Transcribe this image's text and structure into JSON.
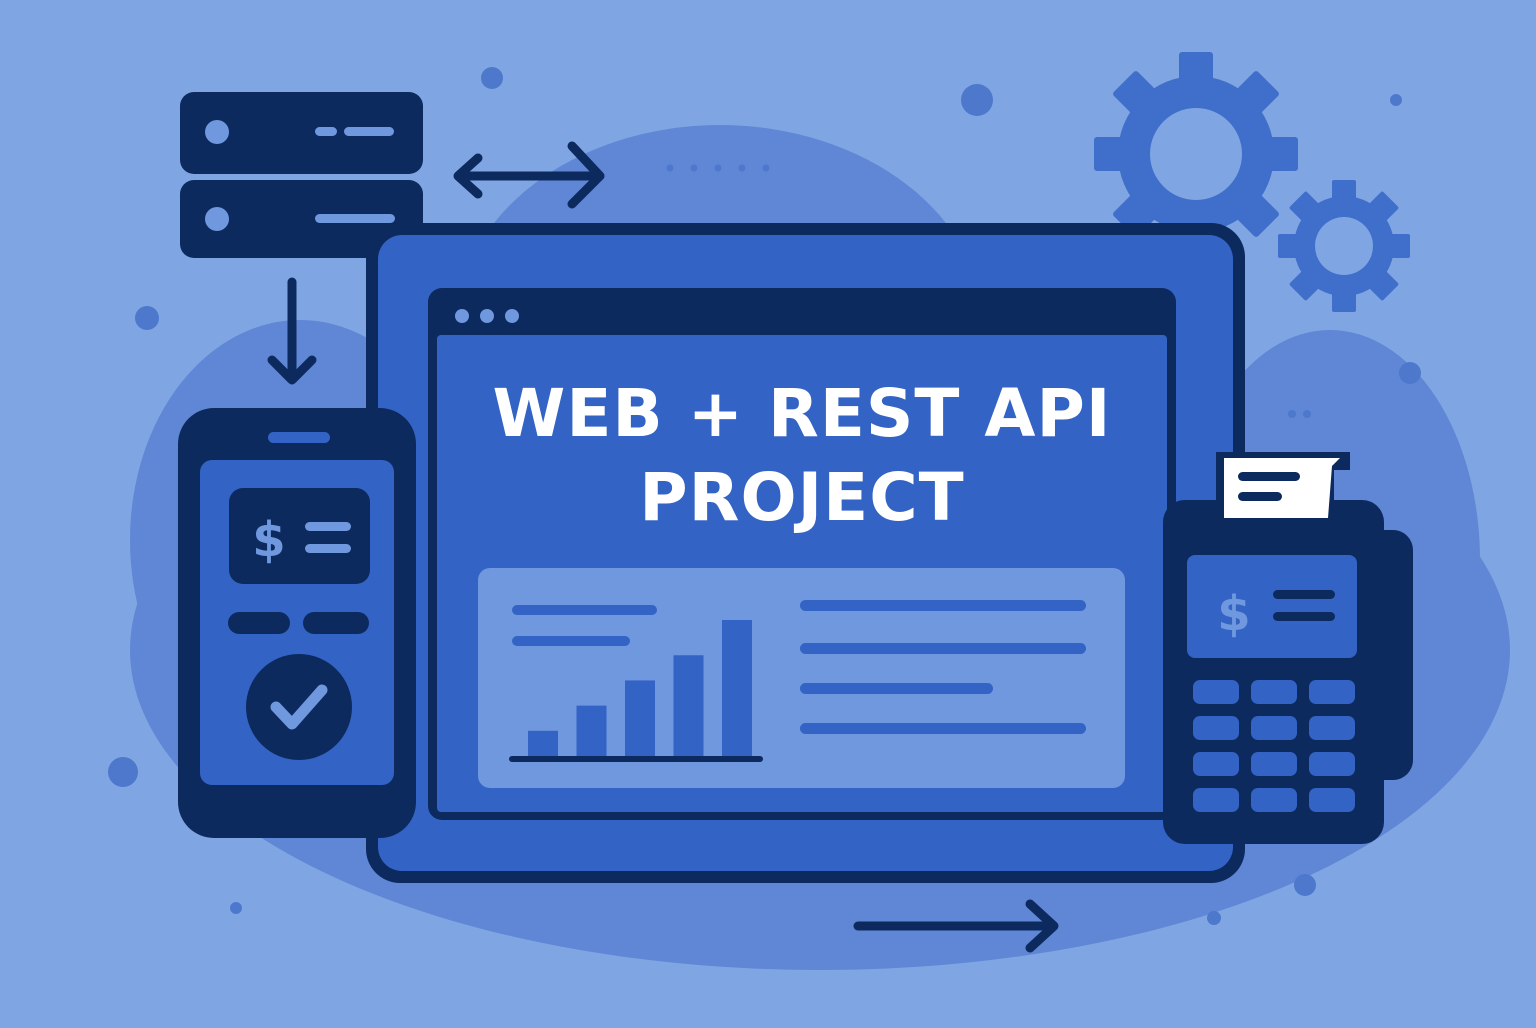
{
  "headline": {
    "line1": "WEB + REST API",
    "line2": "PROJECT"
  },
  "icons": {
    "server": "server-icon",
    "phone": "smartphone-icon",
    "pos": "pos-terminal-icon",
    "gear": "gear-icon",
    "check": "check-icon",
    "dollar": "dollar-sign-icon",
    "receipt": "receipt-icon",
    "bar_chart": "bar-chart-icon"
  },
  "glyphs": {
    "dollar": "$"
  },
  "mini_chart": {
    "values": [
      1,
      2,
      3,
      4,
      5.4
    ]
  },
  "colors": {
    "background": "#7fa6e3",
    "blob": "#5f87d6",
    "navy": "#0d2a5e",
    "primary": "#3363c4",
    "panel": "#6f98df",
    "text": "#ffffff"
  }
}
